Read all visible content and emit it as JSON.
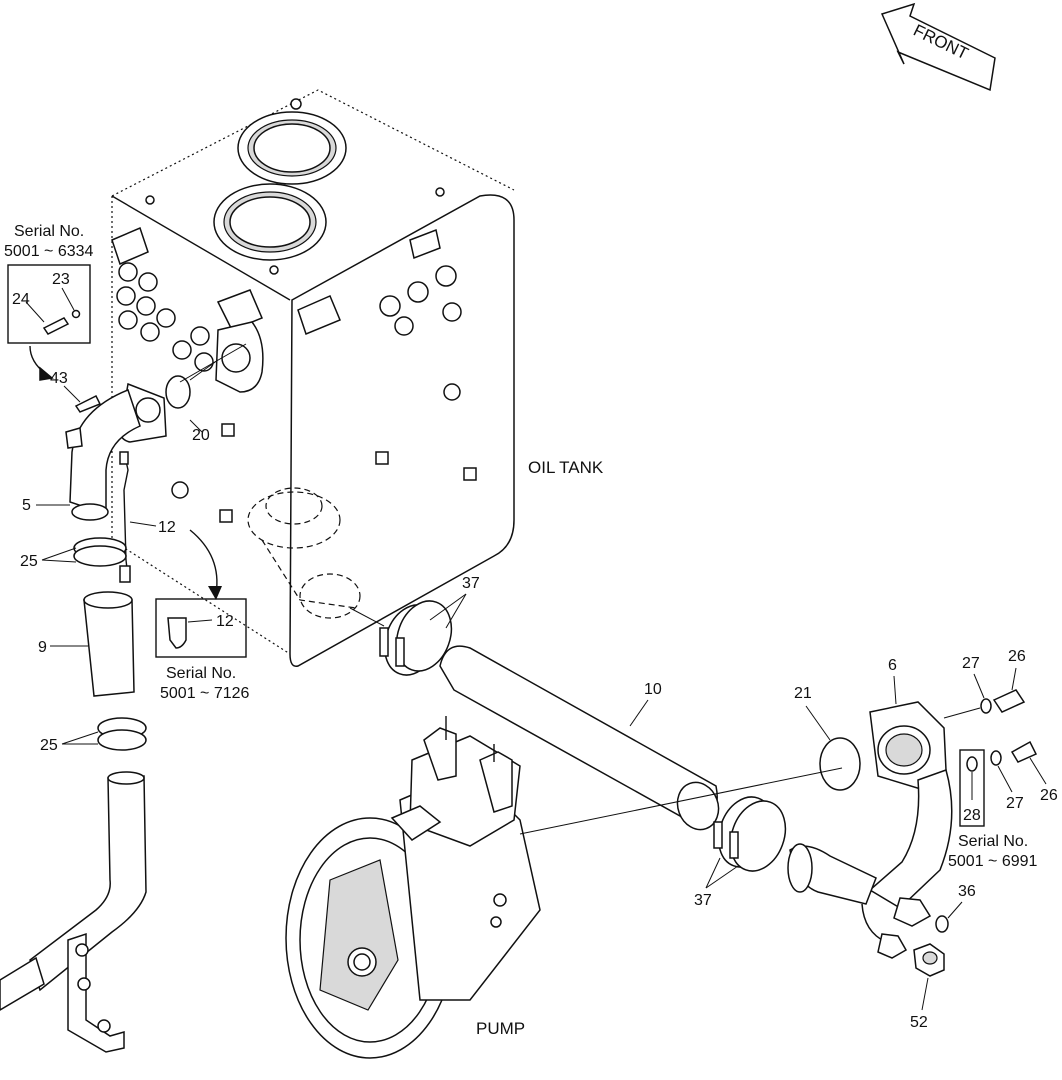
{
  "front_label": "FRONT",
  "oil_tank_label": "OIL TANK",
  "pump_label": "PUMP",
  "serial_a": {
    "title": "Serial No.",
    "range": "5001 ~ 6334"
  },
  "serial_b": {
    "title": "Serial No.",
    "range": "5001 ~ 7126"
  },
  "serial_c": {
    "title": "Serial No.",
    "range": "5001 ~ 6991"
  },
  "callouts": {
    "p24": "24",
    "p23": "23",
    "p43": "43",
    "p20": "20",
    "p5": "5",
    "p12a": "12",
    "p25a": "25",
    "p12b": "12",
    "p9": "9",
    "p25b": "25",
    "p37a": "37",
    "p10": "10",
    "p6": "6",
    "p27a": "27",
    "p26a": "26",
    "p21": "21",
    "p28": "28",
    "p27b": "27",
    "p26b": "26",
    "p37b": "37",
    "p36": "36",
    "p52": "52"
  }
}
